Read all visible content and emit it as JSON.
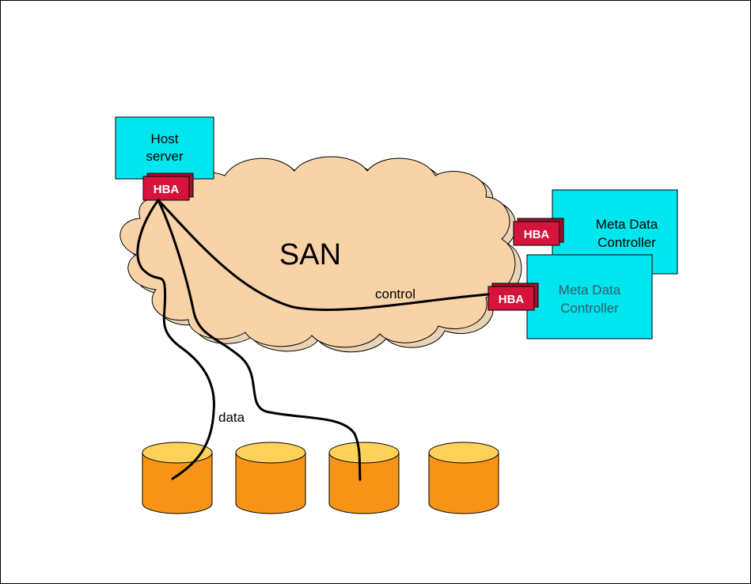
{
  "cloud": {
    "label": "SAN"
  },
  "host": {
    "line1": "Host",
    "line2": "server"
  },
  "controllers": [
    {
      "line1": "Meta Data",
      "line2": "Controller"
    },
    {
      "line1": "Meta Data",
      "line2": "Controller"
    }
  ],
  "hba": {
    "label": "HBA"
  },
  "links": {
    "control": "control",
    "data": "data"
  },
  "colors": {
    "cyan_box": "#00e5ee",
    "cloud_fill": "#f8d3a8",
    "hba_red": "#d4143c",
    "cylinder_body": "#f79418",
    "cylinder_top": "#fcd25a"
  }
}
